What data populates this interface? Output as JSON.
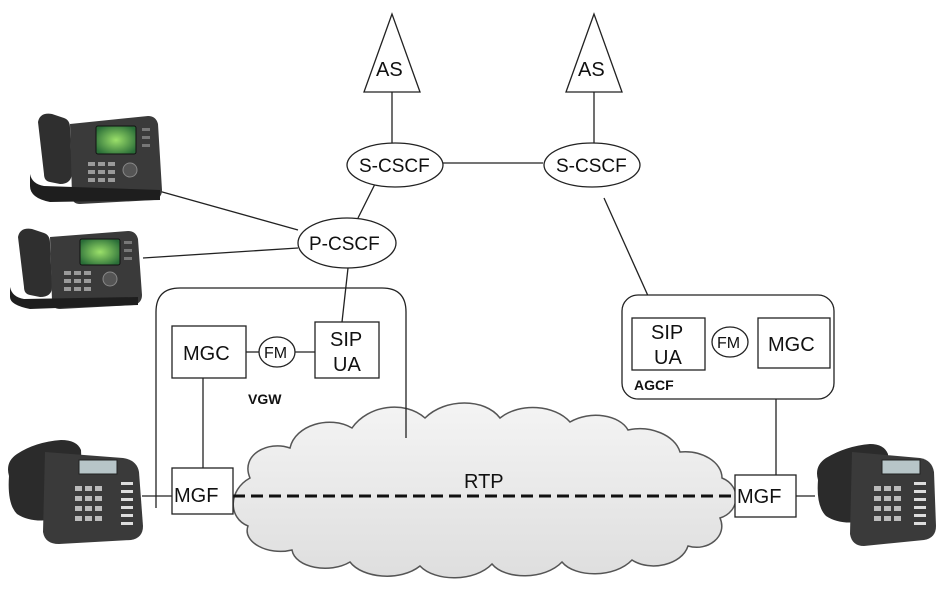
{
  "nodes": {
    "as_left": "AS",
    "as_right": "AS",
    "scscf_left": "S-CSCF",
    "scscf_right": "S-CSCF",
    "pcscf": "P-CSCF",
    "vgw_mgc": "MGC",
    "vgw_fm": "FM",
    "vgw_sip_line1": "SIP",
    "vgw_sip_line2": "UA",
    "vgw_label": "VGW",
    "agcf_sip_line1": "SIP",
    "agcf_sip_line2": "UA",
    "agcf_fm": "FM",
    "agcf_mgc": "MGC",
    "agcf_label": "AGCF",
    "mgf_left": "MGF",
    "mgf_right": "MGF",
    "rtp": "RTP"
  },
  "icons": {
    "ip_phone_top": "ip-phone-icon",
    "ip_phone_middle": "ip-phone-icon",
    "analog_phone_left": "desk-phone-icon",
    "analog_phone_right": "desk-phone-icon",
    "cloud": "cloud-icon"
  },
  "colors": {
    "line": "#222222",
    "cloud_fill": "#ececec",
    "cloud_stroke": "#555555",
    "phone_body": "#2a2a2a",
    "phone_screen": "#3aa24a"
  }
}
